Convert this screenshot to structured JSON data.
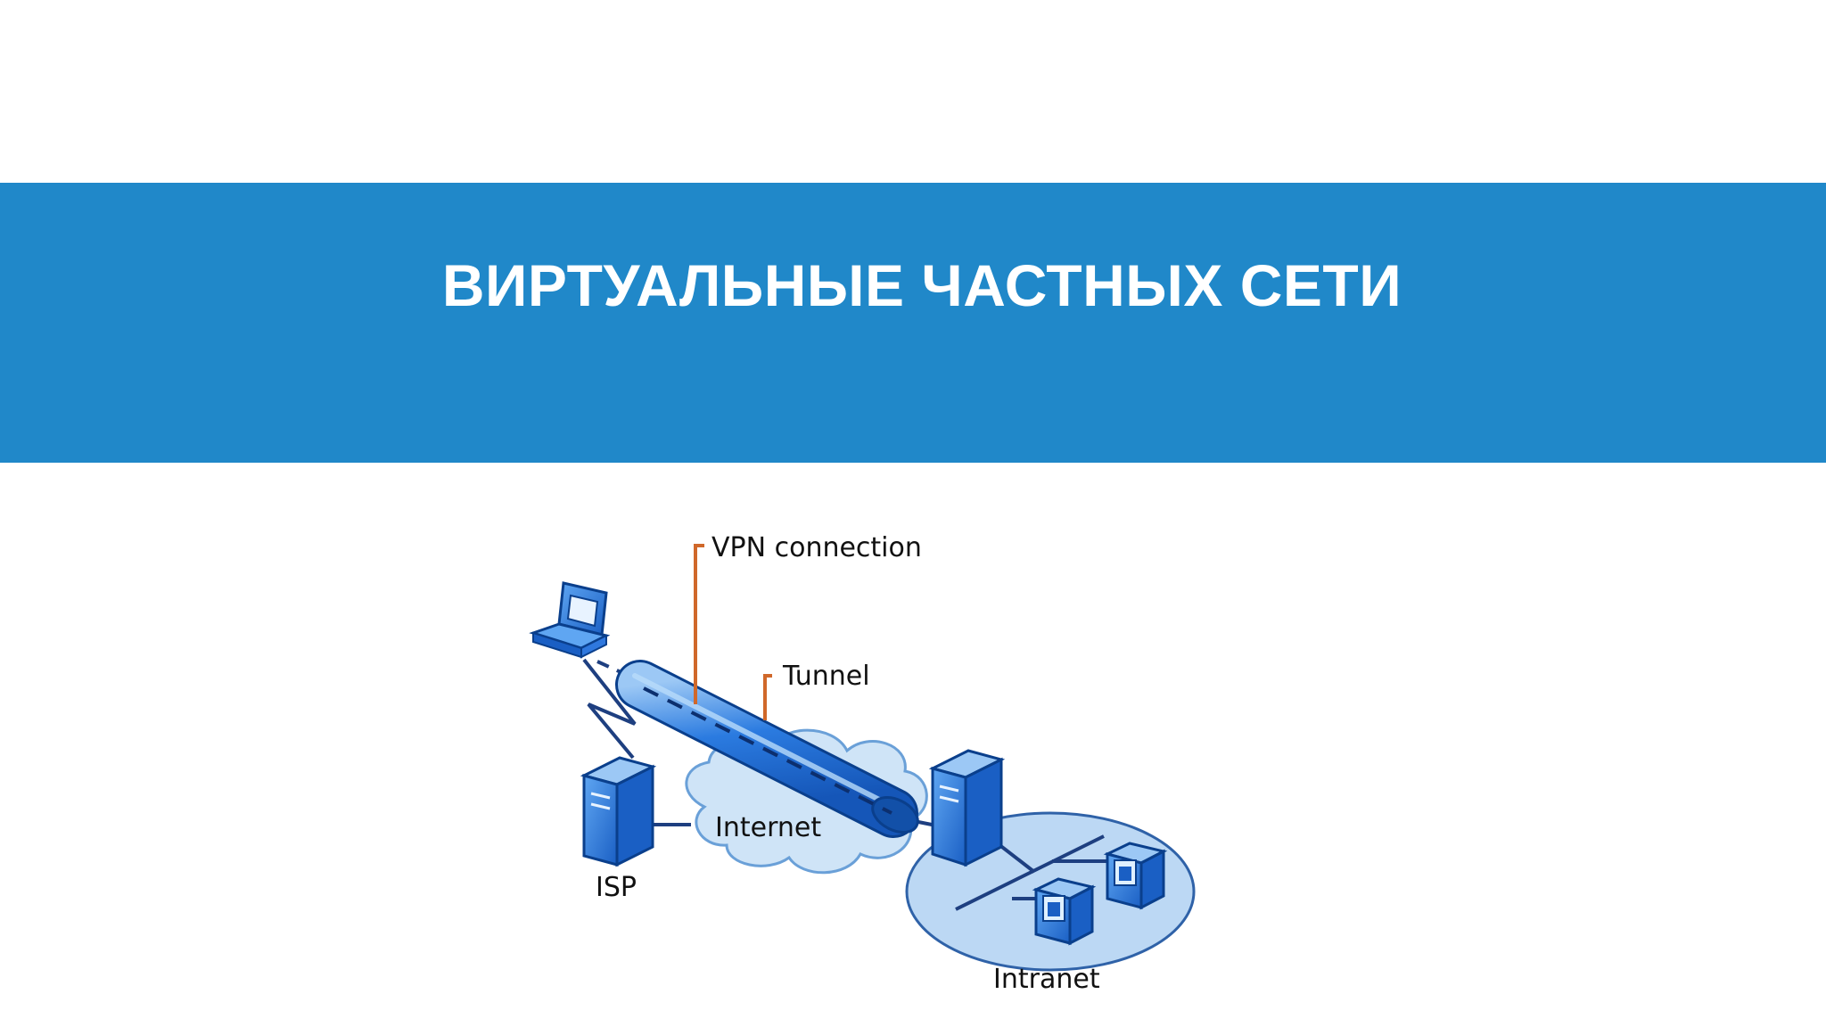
{
  "slide": {
    "title": "ВИРТУАЛЬНЫЕ ЧАСТНЫХ СЕТИ",
    "band_color": "#2088c9"
  },
  "diagram": {
    "labels": {
      "vpn_connection": "VPN connection",
      "tunnel": "Tunnel",
      "internet": "Internet",
      "isp": "ISP",
      "intranet": "Intranet"
    },
    "colors": {
      "device_blue": "#1a6fd6",
      "device_outline": "#0a3f8c",
      "cloud_fill": "#cfe4f7",
      "cloud_stroke": "#6aa0d8",
      "callout": "#d0682a"
    },
    "icons": [
      "laptop-icon",
      "isp-server-icon",
      "vpn-server-icon",
      "workstation-icon"
    ]
  }
}
